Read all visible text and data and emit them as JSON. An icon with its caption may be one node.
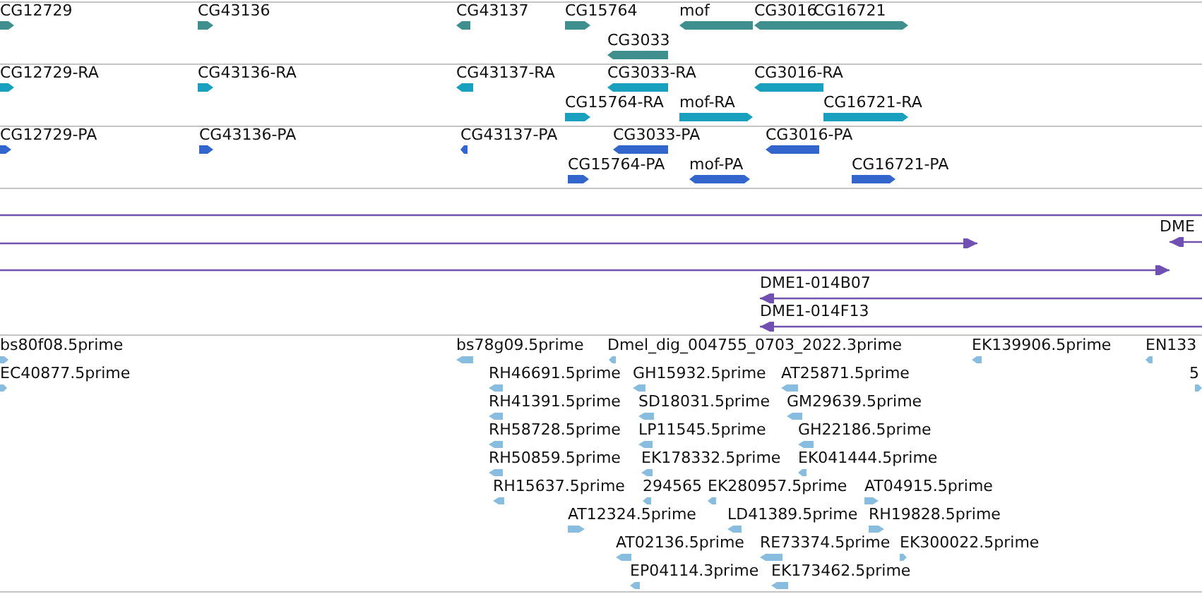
{
  "diagram": {
    "labels": [
      "CG12729",
      "CG43136",
      "CG43137",
      "CG15764",
      "mof",
      "CG3016",
      "CG16721",
      "CG3033",
      "CG12729-RA",
      "CG43136-RA",
      "CG43137-RA",
      "CG3033-RA",
      "CG3016-RA",
      "CG15764-RA",
      "mof-RA",
      "CG16721-RA",
      "CG12729-PA",
      "CG43136-PA",
      "CG43137-PA",
      "CG3033-PA",
      "CG3016-PA",
      "CG15764-PA",
      "mof-PA",
      "CG16721-PA",
      "DME",
      "DME1-014B07",
      "DME1-014F13",
      "bs80f08.5prime",
      "bs78g09.5prime",
      "Dmel_dig_004755_0703_2022.3prime",
      "EK139906.5prime",
      "EN133",
      "EC40877.5prime",
      "RH46691.5prime",
      "GH15932.5prime",
      "AT25871.5prime",
      "5",
      "RH41391.5prime",
      "SD18031.5prime",
      "GM29639.5prime",
      "RH58728.5prime",
      "LP11545.5prime",
      "GH22186.5prime",
      "RH50859.5prime",
      "EK178332.5prime",
      "EK041444.5prime",
      "RH15637.5prime",
      "294565",
      "EK280957.5prime",
      "AT04915.5prime",
      "AT12324.5prime",
      "LD41389.5prime",
      "RH19828.5prime",
      "AT02136.5prime",
      "RE73374.5prime",
      "EK300022.5prime",
      "EP04114.3prime",
      "EK173462.5prime"
    ]
  }
}
